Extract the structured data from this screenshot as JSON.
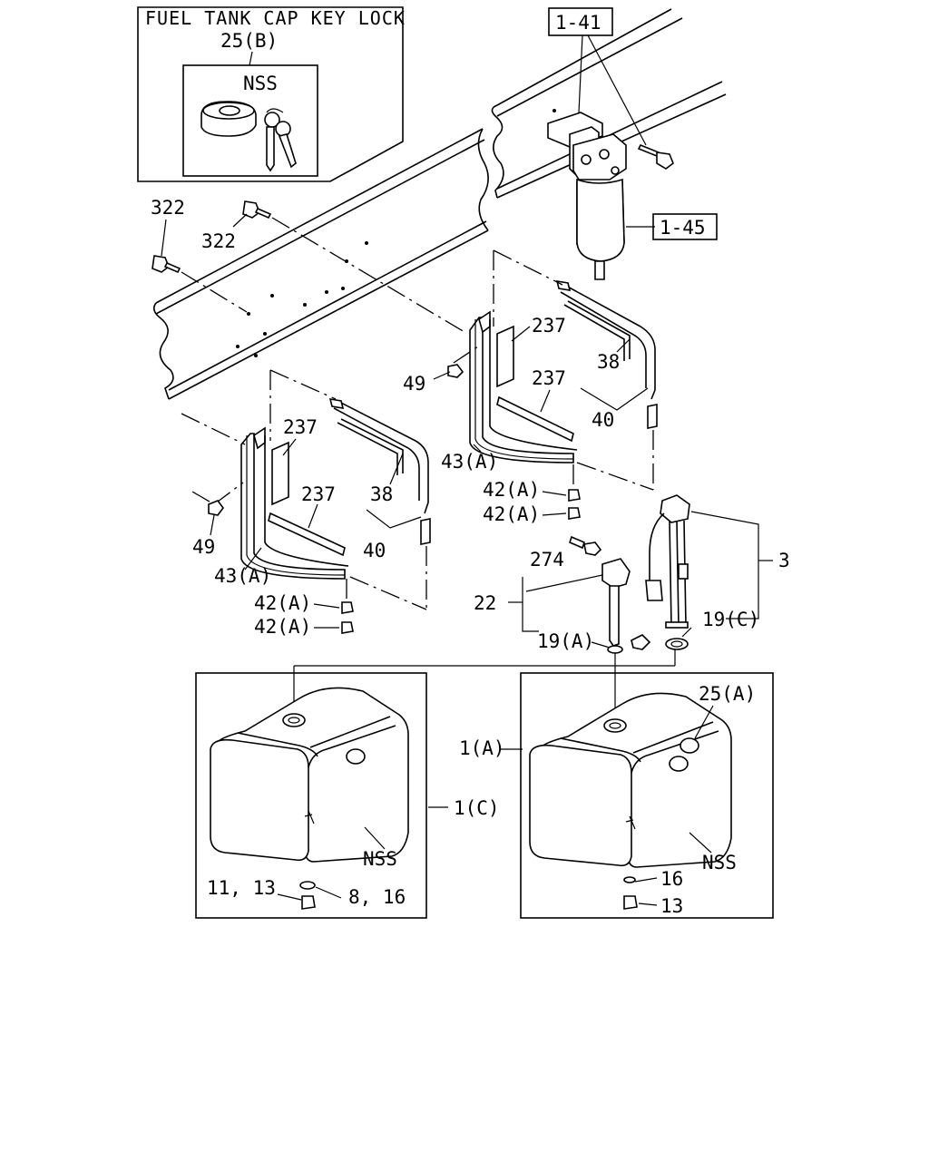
{
  "inset": {
    "title": "FUEL TANK CAP KEY LOCK",
    "part": "25(B)",
    "nss": "NSS"
  },
  "refs": {
    "frame_top": "1-41",
    "filter": "1-45"
  },
  "labels": {
    "bolt_322_a": "322",
    "bolt_322_b": "322",
    "pad_237_r1": "237",
    "pad_237_r2": "237",
    "strap_38_r": "38",
    "strap_40_r": "40",
    "nut_49_r": "49",
    "bracket_43a_r": "43(A)",
    "nut_42a_r1": "42(A)",
    "nut_42a_r2": "42(A)",
    "pad_237_l1": "237",
    "pad_237_l2": "237",
    "strap_38_l": "38",
    "strap_40_l": "40",
    "nut_49_l": "49",
    "bracket_43a_l": "43(A)",
    "nut_42a_l1": "42(A)",
    "nut_42a_l2": "42(A)",
    "gauge_3": "3",
    "seal_19c": "19(C)",
    "part_274": "274",
    "part_22": "22",
    "seal_19a": "19(A)",
    "tank_1a": "1(A)",
    "tank_1c": "1(C)",
    "cap_25a": "25(A)",
    "nss_right": "NSS",
    "nss_left": "NSS",
    "washer_16": "16",
    "plug_13": "13",
    "plug_11_13": "11, 13",
    "washer_8_16": "8, 16"
  }
}
